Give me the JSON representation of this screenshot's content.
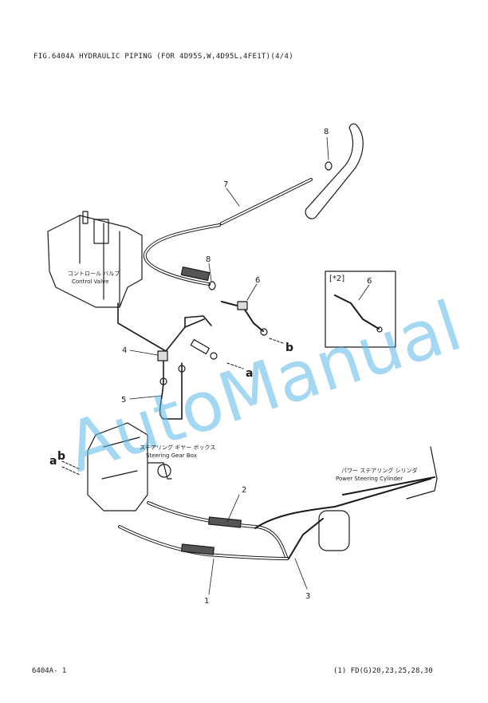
{
  "header": {
    "title": "FIG.6404A HYDRAULIC PIPING (FOR 4D95S,W,4D95L,4FE1T)(4/4)"
  },
  "footer": {
    "page_code": "6404A- 1",
    "models": "(1)  FD(G)20,23,25,28,30"
  },
  "labels": {
    "control_valve_jp": "コントロール バルブ",
    "control_valve_en": "Control Valve",
    "steering_box_jp": "ステアリング ギヤー ボックス",
    "steering_box_en": "Steering Gear Box",
    "cylinder_jp": "パワー ステアリング シリンダ",
    "cylinder_en": "Power Steering Cylinder",
    "inset_tag": "[*2]"
  },
  "callouts": {
    "n1": "1",
    "n2": "2",
    "n3": "3",
    "n4": "4",
    "n5": "5",
    "n6a": "6",
    "n6b": "6",
    "n7": "7",
    "n8a": "8",
    "n8b": "8"
  },
  "connections": {
    "a1": "a",
    "b1": "b",
    "a2": "a",
    "b2": "b"
  },
  "watermark": {
    "text": "AutoManual",
    "color": "#5bb8e6"
  }
}
